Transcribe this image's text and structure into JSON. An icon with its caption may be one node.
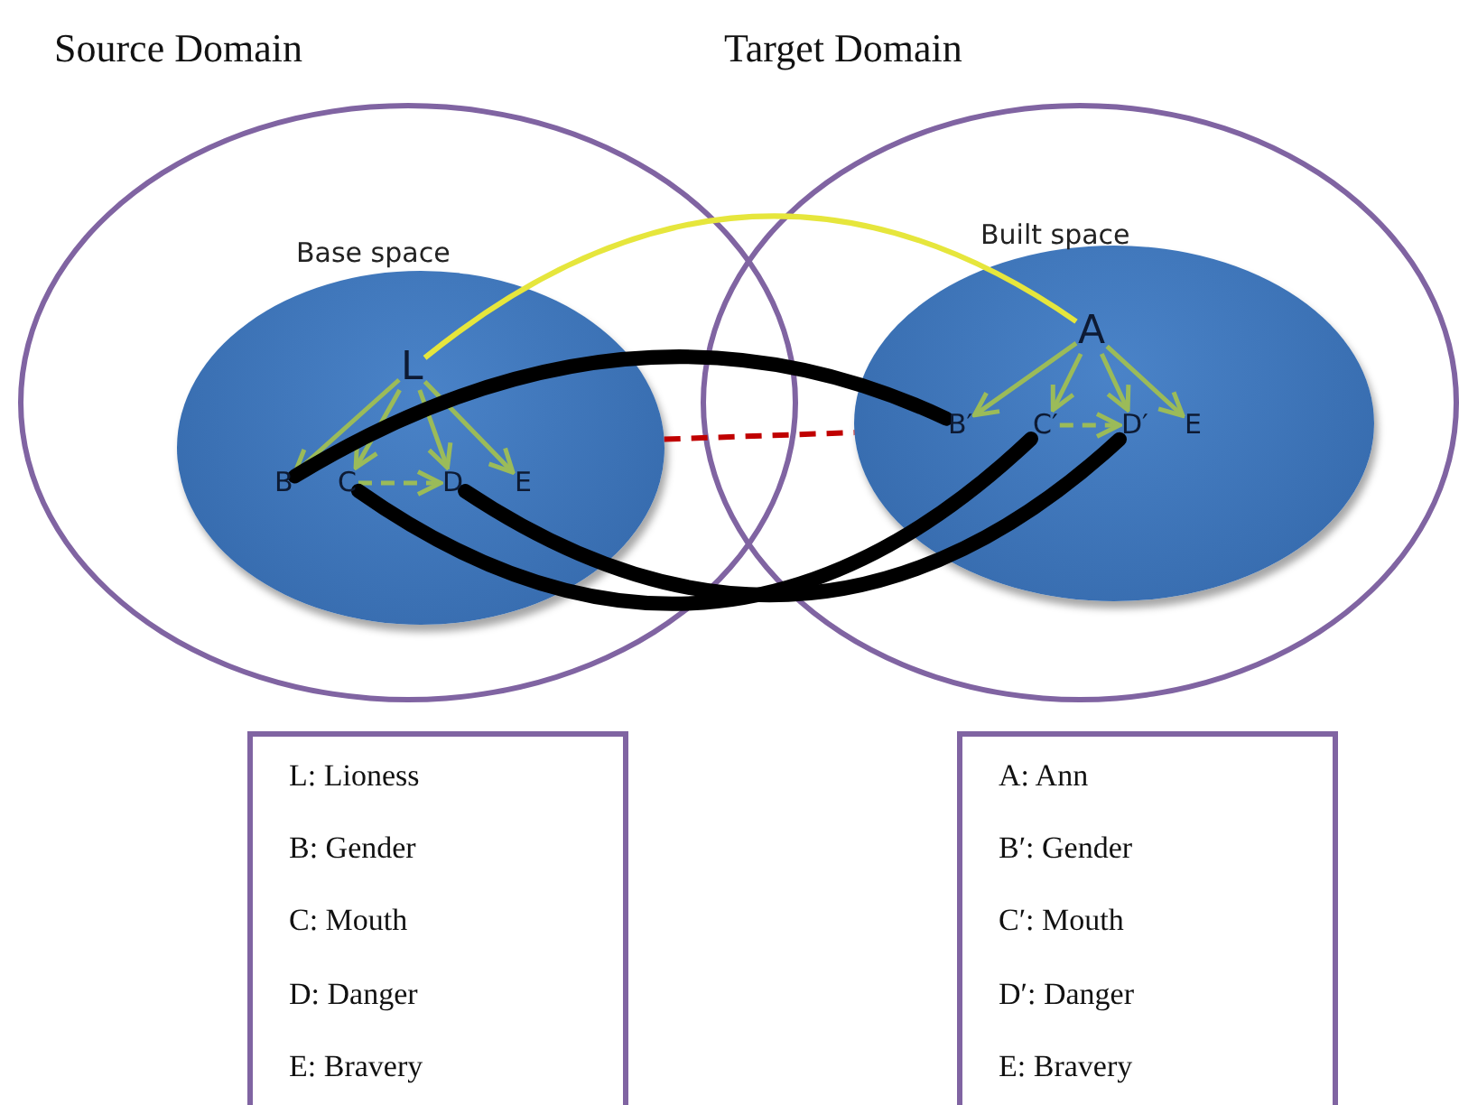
{
  "diagram": {
    "nodes": [
      {
        "text": [
          "Source Domain"
        ]
      },
      {
        "text": [
          "Target Domain"
        ]
      },
      {
        "text": [
          "Base space"
        ],
        "in": 0
      },
      {
        "text": [
          "L"
        ],
        "in": 2
      },
      {
        "text": [
          "B"
        ],
        "in": 2
      },
      {
        "text": [
          "C"
        ],
        "in": 2
      },
      {
        "text": [
          "D"
        ],
        "in": 2
      },
      {
        "text": [
          "E"
        ],
        "in": 2
      },
      {
        "text": [
          "Built space"
        ],
        "in": 1
      },
      {
        "text": [
          "A"
        ],
        "in": 8
      },
      {
        "text": [
          "B′"
        ],
        "in": 8
      },
      {
        "text": [
          "C′"
        ],
        "in": 8
      },
      {
        "text": [
          "D′"
        ],
        "in": 8
      },
      {
        "text": [
          "E"
        ],
        "in": 8
      },
      {
        "text": [
          "L: Lioness",
          "B: Gender",
          "C: Mouth",
          "D: Danger",
          "E: Bravery"
        ]
      },
      {
        "text": [
          "A: Ann",
          "B′: Gender",
          "C′: Mouth",
          "D′: Danger",
          "E: Bravery"
        ]
      }
    ],
    "edges": [
      {
        "from": 3,
        "to": 4,
        "arrow": "to"
      },
      {
        "from": 3,
        "to": 5,
        "arrow": "to"
      },
      {
        "from": 3,
        "to": 6,
        "arrow": "to"
      },
      {
        "from": 3,
        "to": 7,
        "arrow": "to"
      },
      {
        "from": 5,
        "to": 6,
        "arrow": "to",
        "style": "dashed"
      },
      {
        "from": 9,
        "to": 10,
        "arrow": "to"
      },
      {
        "from": 9,
        "to": 11,
        "arrow": "to"
      },
      {
        "from": 9,
        "to": 12,
        "arrow": "to"
      },
      {
        "from": 9,
        "to": 13,
        "arrow": "to"
      },
      {
        "from": 11,
        "to": 12,
        "arrow": "to",
        "style": "dashed"
      },
      {
        "from": 3,
        "to": 9,
        "arrow": "none",
        "color": "#e6e63c"
      },
      {
        "from": 2,
        "to": 8,
        "arrow": "none",
        "style": "dashed",
        "color": "#c00000"
      },
      {
        "from": 4,
        "to": 10,
        "arrow": "none",
        "style": "thick",
        "color": "#000000"
      },
      {
        "from": 5,
        "to": 11,
        "arrow": "none",
        "style": "thick",
        "color": "#000000"
      },
      {
        "from": 6,
        "to": 12,
        "arrow": "none",
        "style": "thick",
        "color": "#000000"
      }
    ]
  }
}
